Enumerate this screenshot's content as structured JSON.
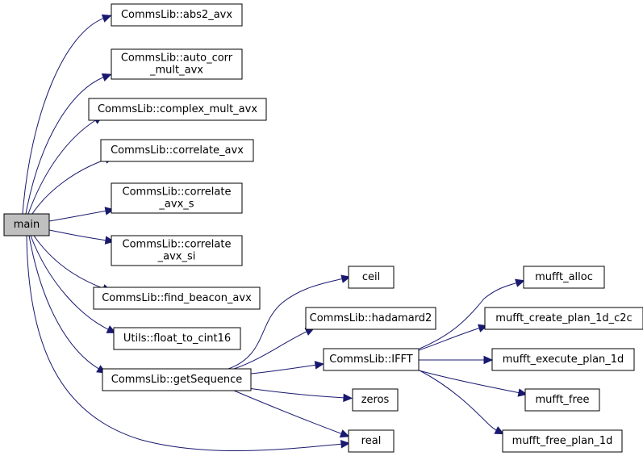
{
  "diagram": {
    "colors": {
      "edge": "#191970",
      "root_fill": "#bfbfbf",
      "node_fill": "#ffffff",
      "border": "#000000"
    },
    "nodes": {
      "main": {
        "lines": [
          "main"
        ],
        "root": true
      },
      "abs2": {
        "lines": [
          "CommsLib::abs2_avx"
        ]
      },
      "auto_corr": {
        "lines": [
          "CommsLib::auto_corr",
          "_mult_avx"
        ]
      },
      "complex_mult": {
        "lines": [
          "CommsLib::complex_mult_avx"
        ]
      },
      "correlate": {
        "lines": [
          "CommsLib::correlate_avx"
        ]
      },
      "correlate_s": {
        "lines": [
          "CommsLib::correlate",
          "_avx_s"
        ]
      },
      "correlate_si": {
        "lines": [
          "CommsLib::correlate",
          "_avx_si"
        ]
      },
      "find_beacon": {
        "lines": [
          "CommsLib::find_beacon_avx"
        ]
      },
      "float_to_cint16": {
        "lines": [
          "Utils::float_to_cint16"
        ]
      },
      "getSequence": {
        "lines": [
          "CommsLib::getSequence"
        ]
      },
      "ceil": {
        "lines": [
          "ceil"
        ]
      },
      "hadamard2": {
        "lines": [
          "CommsLib::hadamard2"
        ]
      },
      "ifft": {
        "lines": [
          "CommsLib::IFFT"
        ]
      },
      "zeros": {
        "lines": [
          "zeros"
        ]
      },
      "real": {
        "lines": [
          "real"
        ]
      },
      "mufft_alloc": {
        "lines": [
          "mufft_alloc"
        ]
      },
      "mufft_create": {
        "lines": [
          "mufft_create_plan_1d_c2c"
        ]
      },
      "mufft_execute": {
        "lines": [
          "mufft_execute_plan_1d"
        ]
      },
      "mufft_free": {
        "lines": [
          "mufft_free"
        ]
      },
      "mufft_free_plan": {
        "lines": [
          "mufft_free_plan_1d"
        ]
      }
    },
    "edges": [
      [
        "main",
        "abs2"
      ],
      [
        "main",
        "auto_corr"
      ],
      [
        "main",
        "complex_mult"
      ],
      [
        "main",
        "correlate"
      ],
      [
        "main",
        "correlate_s"
      ],
      [
        "main",
        "correlate_si"
      ],
      [
        "main",
        "find_beacon"
      ],
      [
        "main",
        "float_to_cint16"
      ],
      [
        "main",
        "getSequence"
      ],
      [
        "main",
        "real"
      ],
      [
        "getSequence",
        "ceil"
      ],
      [
        "getSequence",
        "hadamard2"
      ],
      [
        "getSequence",
        "ifft"
      ],
      [
        "getSequence",
        "zeros"
      ],
      [
        "getSequence",
        "real"
      ],
      [
        "ifft",
        "mufft_alloc"
      ],
      [
        "ifft",
        "mufft_create"
      ],
      [
        "ifft",
        "mufft_execute"
      ],
      [
        "ifft",
        "mufft_free"
      ],
      [
        "ifft",
        "mufft_free_plan"
      ]
    ]
  }
}
